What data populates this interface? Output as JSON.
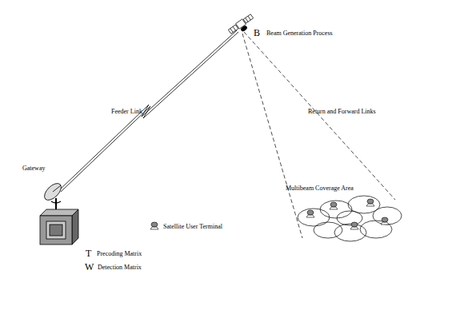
{
  "diagram": {
    "labels": [
      "B",
      "Beam Generation Process",
      "Feeder Link",
      "Return and Forward Links",
      "Gateway",
      "Multibeam Coverage Area",
      "T",
      "Precoding Matrix",
      "W",
      "Detection Matrix"
    ],
    "legend": [
      {
        "text": "Satellite User Terminal"
      }
    ]
  }
}
